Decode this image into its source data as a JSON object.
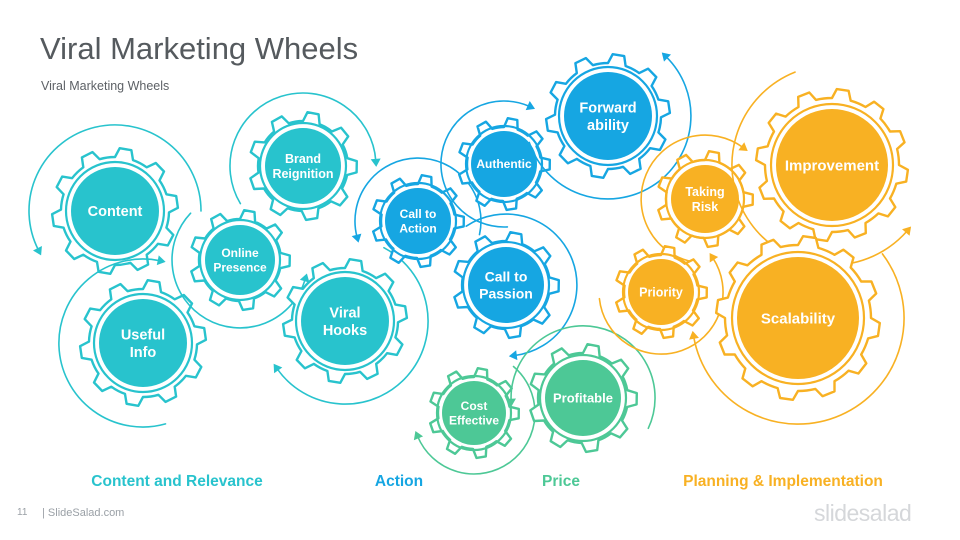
{
  "page_title": "Viral Marketing Wheels",
  "page_subtitle": "Viral Marketing Wheels",
  "colors": {
    "teal": "#28c3cd",
    "blue": "#16a6e2",
    "green": "#4dc896",
    "orange": "#f8b123",
    "title_text": "#555a5e",
    "footer_text": "#9aa0a6"
  },
  "gears": [
    {
      "id": "content",
      "lines": [
        "Content"
      ],
      "color": "teal",
      "arrow": "ccw"
    },
    {
      "id": "useful-info",
      "lines": [
        "Useful",
        "Info"
      ],
      "color": "teal",
      "arrow": "cw"
    },
    {
      "id": "brand-reignition",
      "lines": [
        "Brand",
        "Reignition"
      ],
      "color": "teal",
      "arrow": "cw"
    },
    {
      "id": "online-presence",
      "lines": [
        "Online",
        "Presence"
      ],
      "color": "teal",
      "arrow": "ccw"
    },
    {
      "id": "viral-hooks",
      "lines": [
        "Viral",
        "Hooks"
      ],
      "color": "teal",
      "arrow": "cw"
    },
    {
      "id": "call-to-action",
      "lines": [
        "Call to",
        "Action"
      ],
      "color": "blue",
      "arrow": "ccw"
    },
    {
      "id": "authentic",
      "lines": [
        "Authentic"
      ],
      "color": "blue",
      "arrow": "cw"
    },
    {
      "id": "forward-ability",
      "lines": [
        "Forward",
        "ability"
      ],
      "color": "blue",
      "arrow": "ccw"
    },
    {
      "id": "call-to-passion",
      "lines": [
        "Call to",
        "Passion"
      ],
      "color": "blue",
      "arrow": "cw"
    },
    {
      "id": "cost-effective",
      "lines": [
        "Cost",
        "Effective"
      ],
      "color": "green",
      "arrow": "cw"
    },
    {
      "id": "profitable",
      "lines": [
        "Profitable"
      ],
      "color": "green",
      "arrow": "ccw"
    },
    {
      "id": "taking-risk",
      "lines": [
        "Taking",
        "Risk"
      ],
      "color": "orange",
      "arrow": "cw"
    },
    {
      "id": "priority",
      "lines": [
        "Priority"
      ],
      "color": "orange",
      "arrow": "ccw"
    },
    {
      "id": "improvement",
      "lines": [
        "Improvement"
      ],
      "color": "orange",
      "arrow": "ccw"
    },
    {
      "id": "scalability",
      "lines": [
        "Scalability"
      ],
      "color": "orange",
      "arrow": "cw"
    }
  ],
  "categories": [
    {
      "id": "content-relevance",
      "label": "Content and Relevance",
      "color": "#28c3cd"
    },
    {
      "id": "action",
      "label": "Action",
      "color": "#16a6e2"
    },
    {
      "id": "price",
      "label": "Price",
      "color": "#4dc896"
    },
    {
      "id": "planning",
      "label": "Planning & Implementation",
      "color": "#f8b123"
    }
  ],
  "footer": {
    "page_number": "11",
    "site": "| SlideSalad.com",
    "logo": "slidesalad"
  }
}
